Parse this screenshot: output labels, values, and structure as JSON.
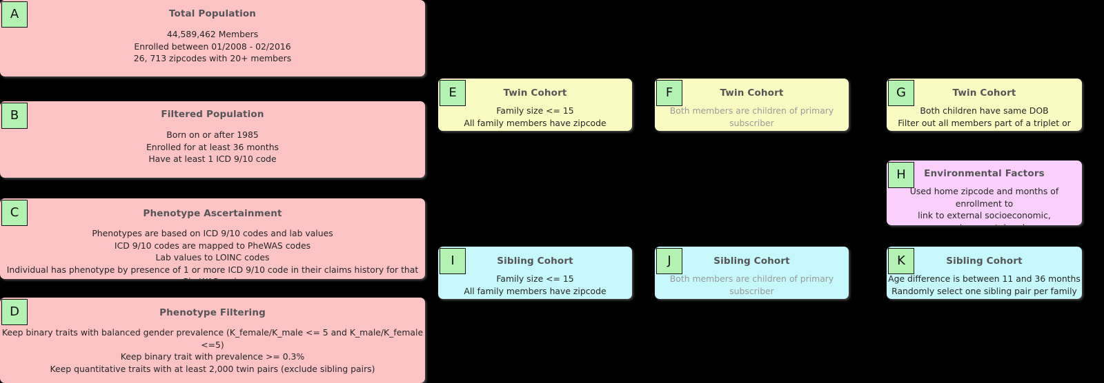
{
  "diagram": {
    "background": "#000000",
    "tag_color": "#B4F2B4",
    "title_color": "#555558",
    "nodes": [
      {
        "id": "a",
        "tag": "A",
        "color": "#FBC3C3",
        "title": "Total Population",
        "body": "44,589,462 Members\nEnrolled between 01/2008 - 02/2016\n26, 713 zipcodes with 20+ members",
        "muted": false
      },
      {
        "id": "b",
        "tag": "B",
        "color": "#FBC3C3",
        "title": "Filtered Population",
        "body": "Born on or after 1985\nEnrolled for at least 36 months\nHave at least 1 ICD 9/10 code",
        "muted": false
      },
      {
        "id": "c",
        "tag": "C",
        "color": "#FBC3C3",
        "title": "Phenotype Ascertainment",
        "body": "Phenotypes are based on ICD 9/10 codes and lab values\nICD 9/10 codes are mapped to PheWAS codes\nLab values to LOINC codes\nIndividual has phenotype by presence of 1 or more ICD 9/10 code in their claims history for that PheWAS code",
        "muted": false
      },
      {
        "id": "d",
        "tag": "D",
        "color": "#FBC3C3",
        "title": "Phenotype Filtering",
        "body": "Keep binary traits with balanced gender prevalence (K_female/K_male <= 5 and K_male/K_female <=5)\nKeep binary trait with prevalence >= 0.3%\nKeep quantitative traits with at least 2,000 twin pairs (exclude sibling pairs)",
        "muted": false
      },
      {
        "id": "e",
        "tag": "E",
        "color": "#FAFAC3",
        "title": "Twin Cohort",
        "body": "Family size <= 15\nAll family members have zipcode information",
        "muted": false
      },
      {
        "id": "f",
        "tag": "F",
        "color": "#FAFAC3",
        "title": "Twin Cohort",
        "body": "Both members are children of primary subscriber\nAll family members have same zipcode",
        "muted": true
      },
      {
        "id": "g",
        "tag": "G",
        "color": "#FAFAC3",
        "title": "Twin Cohort",
        "body": "Both children have same DOB\nFilter out all members part of a triplet or greater",
        "muted": false
      },
      {
        "id": "h",
        "tag": "H",
        "color": "#FBCFFB",
        "title": "Environmental Factors",
        "body": "Used home zipcode and months of enrollment to\nlink to external socioeconomic, environmental and\nclimate data",
        "muted": false
      },
      {
        "id": "i",
        "tag": "I",
        "color": "#C6F7FA",
        "title": "Sibling Cohort",
        "body": "Family size <= 15\nAll family members have zipcode information",
        "muted": false
      },
      {
        "id": "j",
        "tag": "J",
        "color": "#C6F7FA",
        "title": "Sibling Cohort",
        "body": "Both members are children of primary subscriber\nAll family members have same zipcode",
        "muted": true
      },
      {
        "id": "k",
        "tag": "K",
        "color": "#C6F7FA",
        "title": "Sibling Cohort",
        "body": "Age difference is between 11 and 36 months\nRandomly select one sibling pair per family",
        "muted": false
      }
    ]
  }
}
